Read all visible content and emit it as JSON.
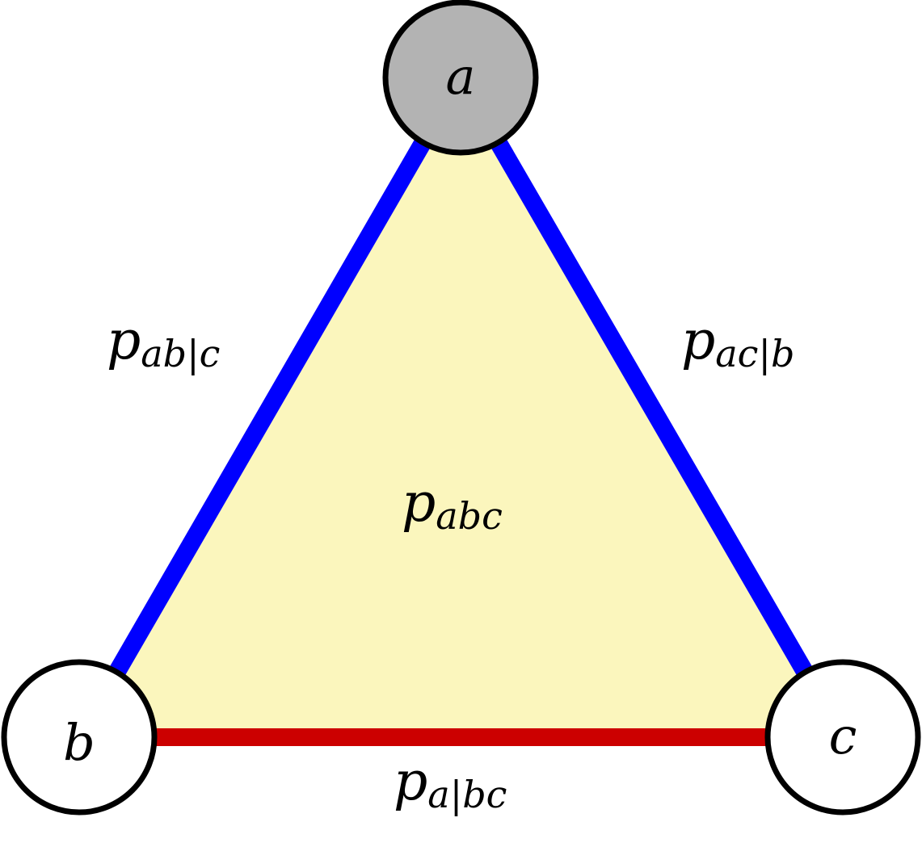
{
  "diagram": {
    "nodes": {
      "a": {
        "label": "a",
        "fill": "#b3b3b3"
      },
      "b": {
        "label": "b",
        "fill": "#ffffff"
      },
      "c": {
        "label": "c",
        "fill": "#ffffff"
      }
    },
    "edges": {
      "ab": {
        "color": "#0000ff"
      },
      "ac": {
        "color": "#0000ff"
      },
      "bc": {
        "color": "#cc0000"
      }
    },
    "region": {
      "fill": "#fbf6bd"
    },
    "labels": {
      "edge_ab": {
        "main": "p",
        "sub_left": "ab",
        "bar": "|",
        "sub_right": "c"
      },
      "edge_ac": {
        "main": "p",
        "sub_left": "ac",
        "bar": "|",
        "sub_right": "b"
      },
      "center": {
        "main": "p",
        "sub": "abc"
      },
      "edge_bc": {
        "main": "p",
        "sub_left": "a",
        "bar": "|",
        "sub_right": "bc"
      }
    }
  }
}
